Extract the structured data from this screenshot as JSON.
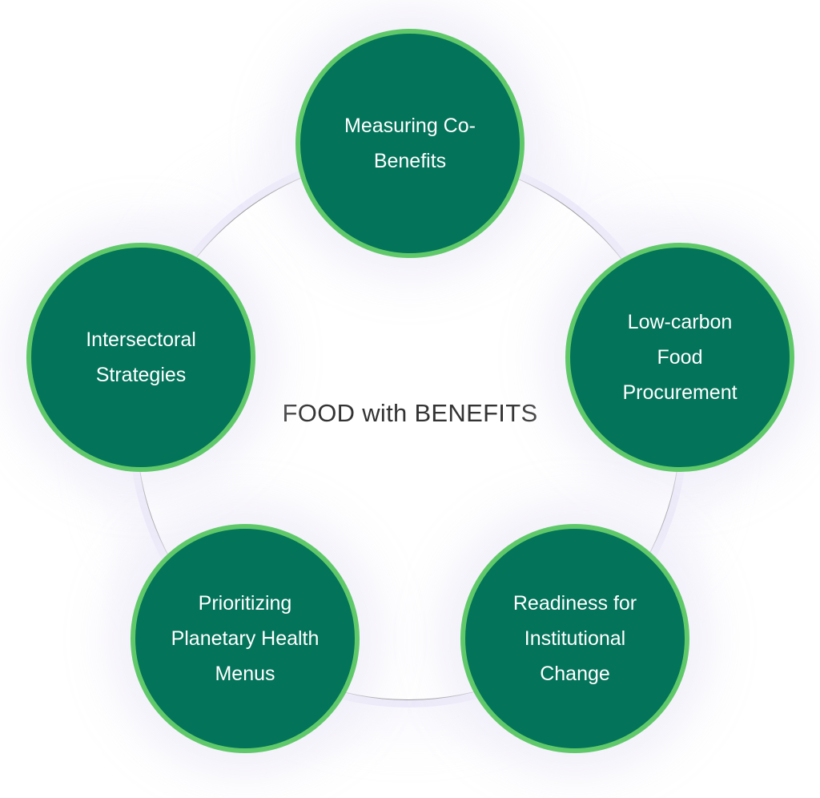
{
  "diagram": {
    "title": "FOOD with BENEFITS",
    "nodes": [
      {
        "id": "measuring",
        "label": "Measuring Co-Benefits"
      },
      {
        "id": "procurement",
        "label": "Low-carbon Food Procurement"
      },
      {
        "id": "readiness",
        "label": "Readiness for Institutional Change"
      },
      {
        "id": "menus",
        "label": "Prioritizing Planetary Health Menus"
      },
      {
        "id": "intersectoral",
        "label": "Intersectoral Strategies"
      }
    ],
    "colors": {
      "node_fill": "#03735a",
      "node_border": "#5fc96a",
      "text": "#ffffff",
      "title": "#333333"
    }
  }
}
